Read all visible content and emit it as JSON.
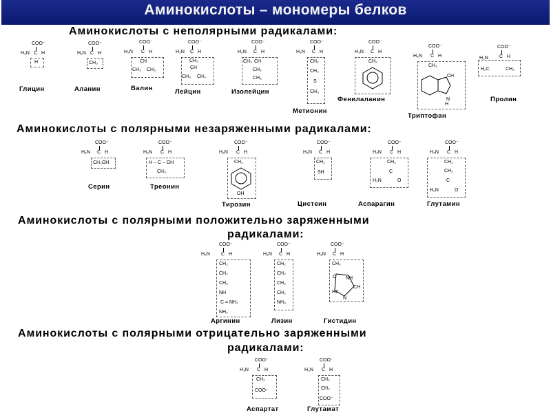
{
  "header": {
    "title": "Аминокислоты – мономеры белков"
  },
  "sections": [
    {
      "heading": "Аминокислоты с неполярными радикалами:"
    },
    {
      "heading": "Аминокислоты с полярными незаряженными радикалами:"
    },
    {
      "heading_line1": "Аминокислоты с полярными положительно заряженными",
      "heading_line2": "радикалами:"
    },
    {
      "heading_line1": "Аминокислоты с полярными отрицательно заряженными",
      "heading_line2": "радикалами:"
    }
  ],
  "amino_acids": {
    "glycine": "Глицин",
    "alanine": "Аланин",
    "valine": "Валин",
    "leucine": "Лейцин",
    "isoleucine": "Изолейцин",
    "methionine": "Метионин",
    "phenylalanine": "Фенилаланин",
    "tryptophan": "Триптофан",
    "proline": "Пролин",
    "serine": "Серин",
    "threonine": "Треонин",
    "tyrosine": "Тирозин",
    "cysteine": "Цистеин",
    "asparagine": "Аспарагин",
    "glutamine": "Глутамин",
    "arginine": "Аргинин",
    "lysine": "Лизин",
    "histidine": "Гистидин",
    "aspartate": "Аспартат",
    "glutamate": "Глутамат"
  },
  "formula": {
    "coo": "COO⁻",
    "nh3": "H₃N",
    "c": "C",
    "h": "H",
    "ch": "CH",
    "ch2": "CH₂",
    "ch3": "CH₃",
    "s": "S",
    "sh": "SH",
    "oh": "OH",
    "ch2oh": "CH₂OH",
    "h_c_oh": "H – C – OH",
    "h2n": "H₂N",
    "c_eq_o": "C",
    "o": "O",
    "nh": "NH",
    "c_nh2": "C = NH₂",
    "nh2": "NH₂",
    "nh3plus": "NH₃",
    "n": "N",
    "ch_ring": "CH",
    "h2c": "H₂C",
    "h_n": "H₂N",
    "c_ring": "C"
  }
}
